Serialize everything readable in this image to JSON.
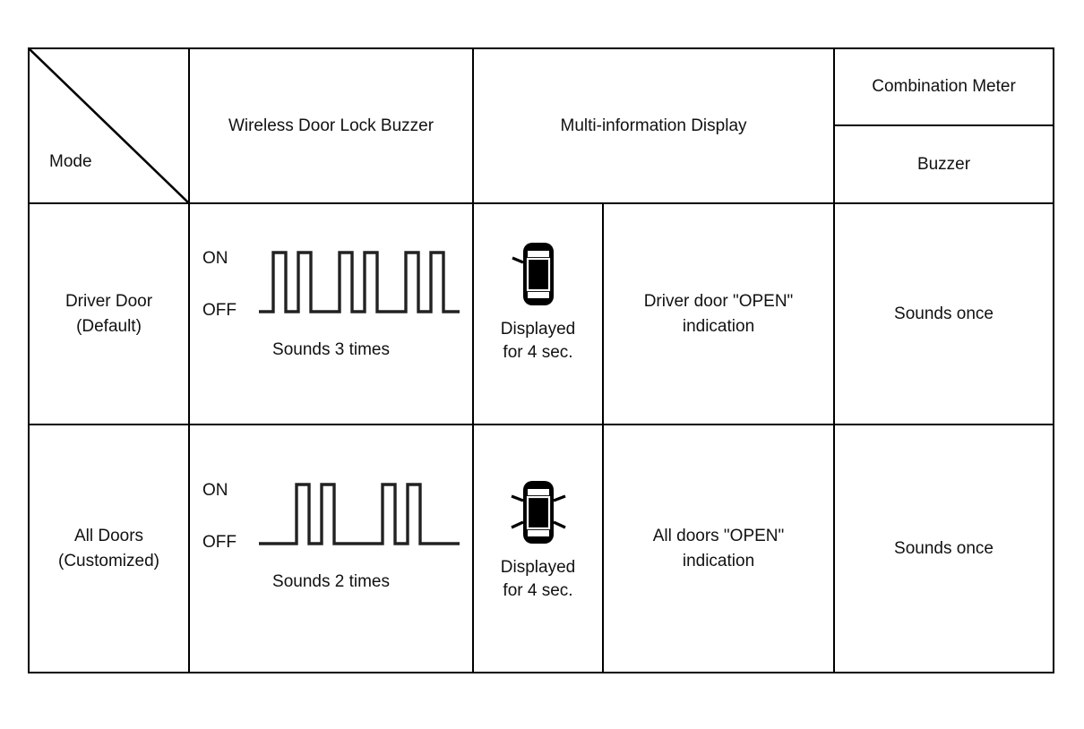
{
  "table": {
    "corner": {
      "mode_label": "Mode",
      "diagonal": "diagonal-divider"
    },
    "headers": {
      "wireless_buzzer": "Wireless Door Lock Buzzer",
      "multi_info_display": "Multi-information Display",
      "combination_meter": "Combination Meter",
      "buzzer": "Buzzer"
    },
    "rows": [
      {
        "mode_line1": "Driver Door",
        "mode_line2": "(Default)",
        "wave_on_label": "ON",
        "wave_off_label": "OFF",
        "wave_caption": "Sounds 3 times",
        "icon_name": "car-driver-door-open-icon",
        "icon_caption_line1": "Displayed",
        "icon_caption_line2": "for 4 sec.",
        "mid_text_line1": "Driver door \"OPEN\"",
        "mid_text_line2": "indication",
        "meter_buzzer": "Sounds once"
      },
      {
        "mode_line1": "All Doors",
        "mode_line2": "(Customized)",
        "wave_on_label": "ON",
        "wave_off_label": "OFF",
        "wave_caption": "Sounds 2 times",
        "icon_name": "car-all-doors-open-icon",
        "icon_caption_line1": "Displayed",
        "icon_caption_line2": "for 4 sec.",
        "mid_text_line1": "All doors \"OPEN\"",
        "mid_text_line2": "indication",
        "meter_buzzer": "Sounds once"
      }
    ]
  },
  "chart_data": {
    "type": "line",
    "title": "Wireless Door Lock Buzzer timing waveforms",
    "ylabel": "",
    "xlabel": "",
    "series": [
      {
        "name": "Driver Door (Default) - Sounds 3 times",
        "states": [
          "OFF",
          "ON",
          "OFF",
          "ON",
          "OFF",
          "ON",
          "OFF",
          "ON",
          "OFF",
          "ON",
          "OFF",
          "ON",
          "OFF"
        ],
        "pulse_count": 6,
        "pulse_groups": 3,
        "pulses_per_group": 2
      },
      {
        "name": "All Doors (Customized) - Sounds 2 times",
        "states": [
          "OFF",
          "ON",
          "OFF",
          "ON",
          "OFF",
          "ON",
          "OFF",
          "ON",
          "OFF"
        ],
        "pulse_count": 4,
        "pulse_groups": 2,
        "pulses_per_group": 2
      }
    ],
    "y_levels": [
      "OFF",
      "ON"
    ],
    "grid": false,
    "legend": "none"
  },
  "colors": {
    "border": "#000000",
    "text": "#111111",
    "background": "#ffffff",
    "waveform": "#222222",
    "icon": "#000000"
  }
}
